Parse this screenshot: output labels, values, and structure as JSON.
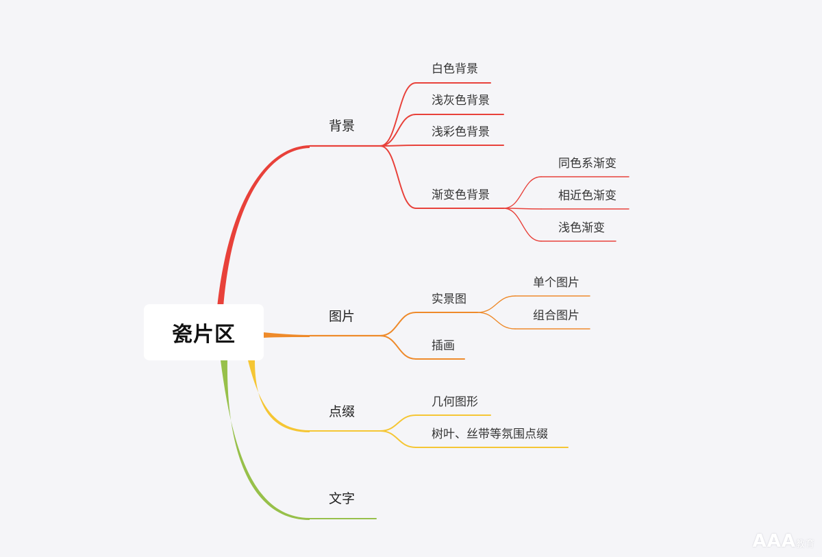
{
  "root": {
    "label": "瓷片区"
  },
  "colors": {
    "background": "#f5f5f8",
    "branch_red": "#e8413a",
    "branch_orange": "#ee8a2a",
    "branch_yellow": "#f5c634",
    "branch_green": "#97c04a"
  },
  "branches": [
    {
      "label": "背景",
      "color": "#e8413a",
      "children": [
        {
          "label": "白色背景"
        },
        {
          "label": "浅灰色背景"
        },
        {
          "label": "浅彩色背景"
        },
        {
          "label": "渐变色背景",
          "children": [
            {
              "label": "同色系渐变"
            },
            {
              "label": "相近色渐变"
            },
            {
              "label": "浅色渐变"
            }
          ]
        }
      ]
    },
    {
      "label": "图片",
      "color": "#ee8a2a",
      "children": [
        {
          "label": "实景图",
          "children": [
            {
              "label": "单个图片"
            },
            {
              "label": "组合图片"
            }
          ]
        },
        {
          "label": "插画"
        }
      ]
    },
    {
      "label": "点缀",
      "color": "#f5c634",
      "children": [
        {
          "label": "几何图形"
        },
        {
          "label": "树叶、丝带等氛围点缀"
        }
      ]
    },
    {
      "label": "文字",
      "color": "#97c04a",
      "children": []
    }
  ],
  "watermark": {
    "text": "AAA",
    "sub": "教育"
  }
}
